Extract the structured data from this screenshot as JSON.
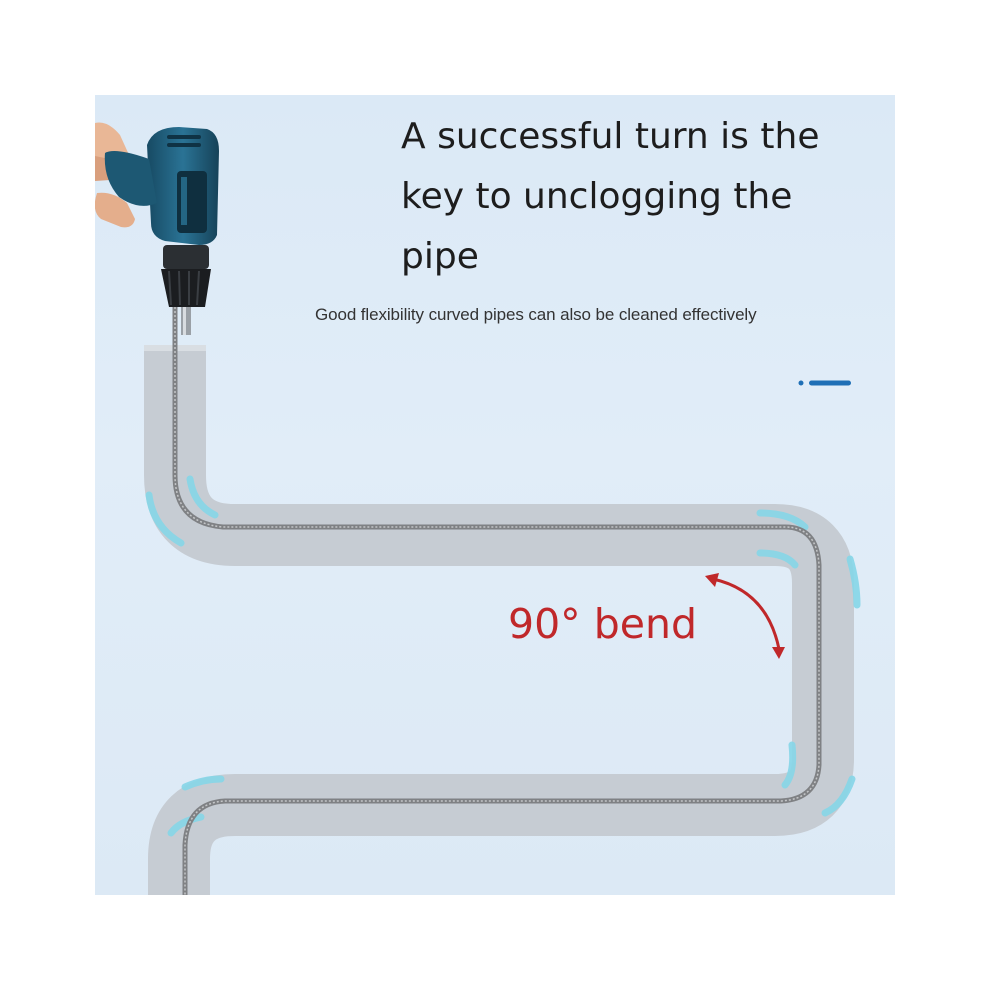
{
  "headline": "A successful turn is the key to unclogging the pipe",
  "subheadline": "Good flexibility curved pipes can also be cleaned effectively",
  "bend_label": "90° bend",
  "colors": {
    "background": "#dde9f6",
    "pipe": "#c5ccd3",
    "pipe_highlight": "#7fd3e6",
    "cable": "#7d7f82",
    "drill": "#1f5c78",
    "bend_label": "#c0282a",
    "arrow": "#c0282a",
    "slider_accent": "#1f6fb6"
  },
  "icons": {
    "drill": "cordless-drill",
    "hand": "hand",
    "bend_arrow": "curved-double-arrow",
    "indicator": "pagination-dots"
  }
}
